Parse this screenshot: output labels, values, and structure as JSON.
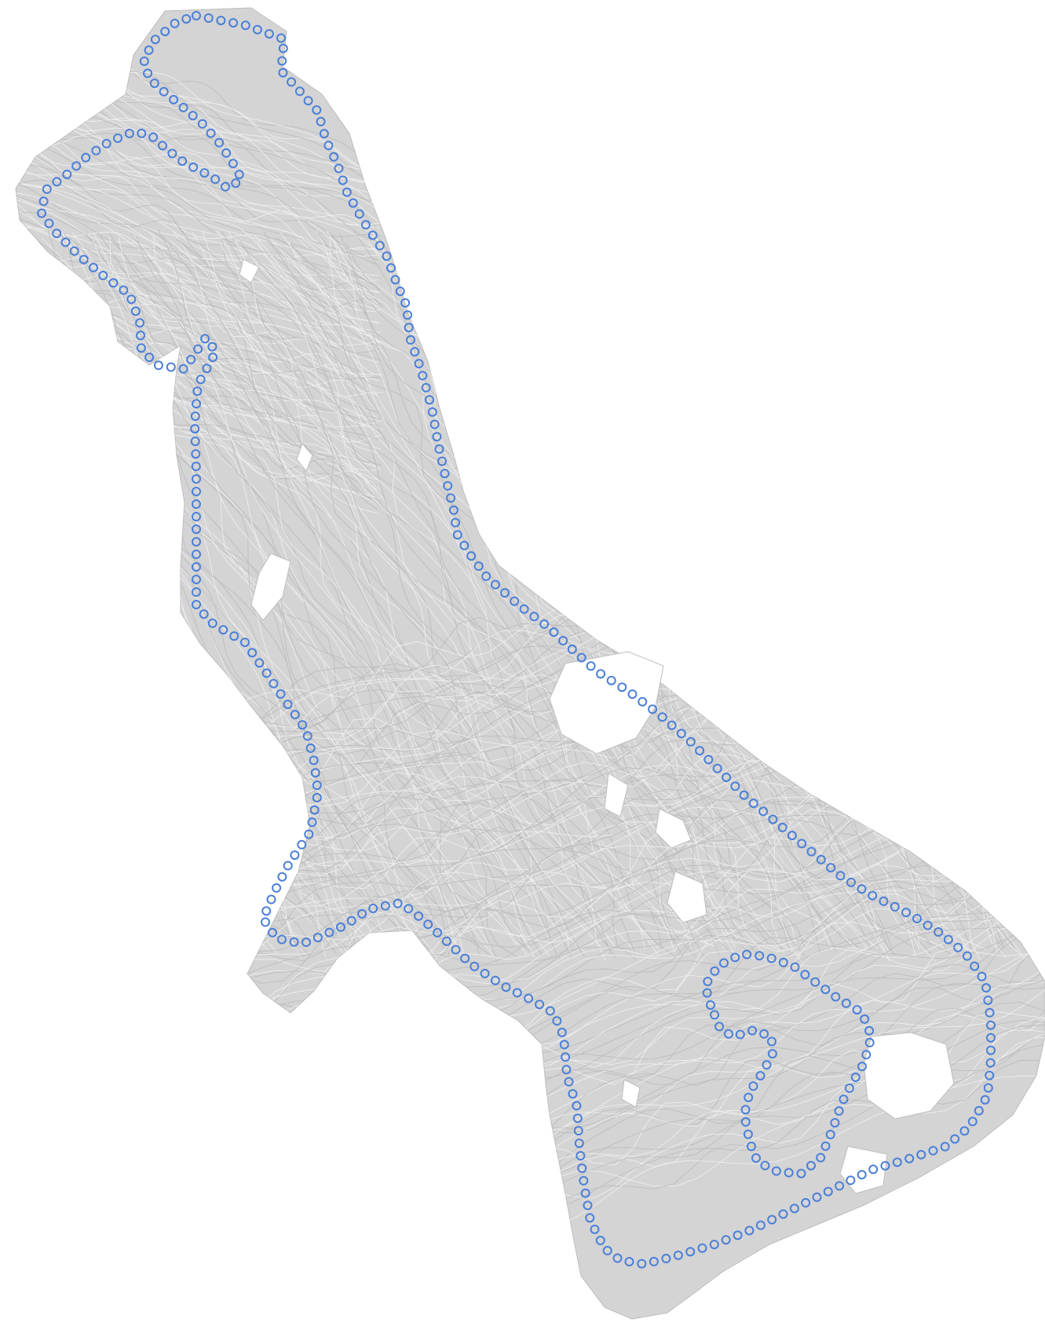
{
  "map": {
    "style": "topographic contour map",
    "colors": {
      "background": "#ffffff",
      "terrain_fill": "#d4d4d4",
      "contour_line": "#bdbdbd",
      "contour_line_light": "#eeeeee",
      "clearing": "#ffffff",
      "boundary_marker": "#4a7fd8"
    },
    "layers": [
      "terrain-area",
      "contour-lines",
      "clearings",
      "boundary-route"
    ],
    "boundary_marker_shape": "hollow circle"
  }
}
